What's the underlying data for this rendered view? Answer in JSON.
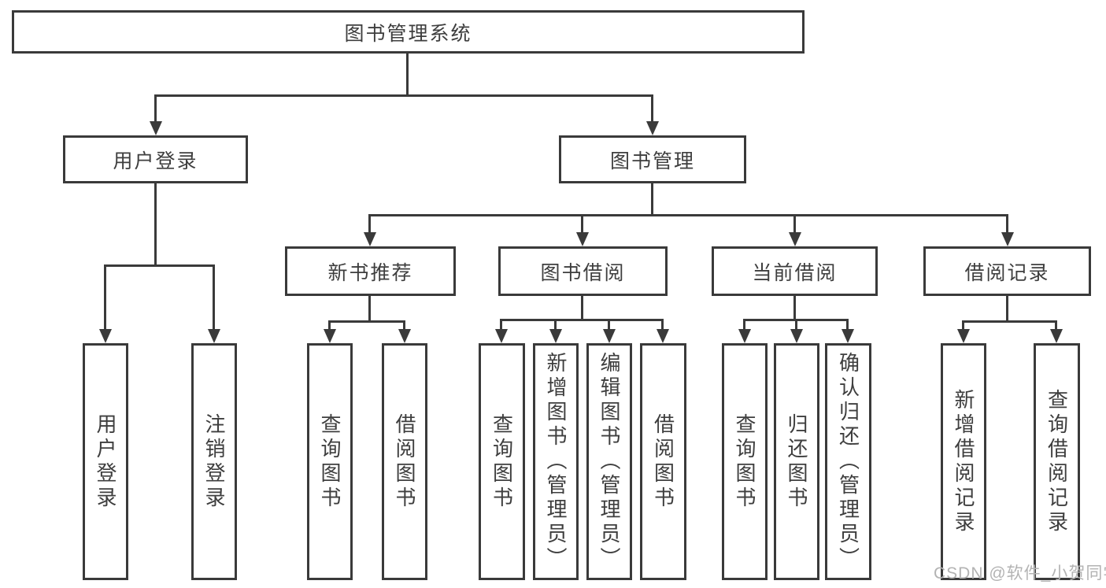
{
  "watermark": "CSDN @软件_小贺同学",
  "colors": {
    "line": "#3a3a3a",
    "text": "#3e3e3e",
    "watermark": "#b3b3b3",
    "background": "#ffffff"
  },
  "tree": {
    "root": {
      "label": "图书管理系统",
      "children": [
        {
          "label": "用户登录",
          "children": [
            {
              "label": "用户登录"
            },
            {
              "label": "注销登录"
            }
          ]
        },
        {
          "label": "图书管理",
          "children": [
            {
              "label": "新书推荐",
              "children": [
                {
                  "label": "查询图书"
                },
                {
                  "label": "借阅图书"
                }
              ]
            },
            {
              "label": "图书借阅",
              "children": [
                {
                  "label": "查询图书"
                },
                {
                  "label": "新增图书（管理员）"
                },
                {
                  "label": "编辑图书（管理员）"
                },
                {
                  "label": "借阅图书"
                }
              ]
            },
            {
              "label": "当前借阅",
              "children": [
                {
                  "label": "查询图书"
                },
                {
                  "label": "归还图书"
                },
                {
                  "label": "确认归还（管理员）"
                }
              ]
            },
            {
              "label": "借阅记录",
              "children": [
                {
                  "label": "新增借阅记录"
                },
                {
                  "label": "查询借阅记录"
                }
              ]
            }
          ]
        }
      ]
    }
  }
}
